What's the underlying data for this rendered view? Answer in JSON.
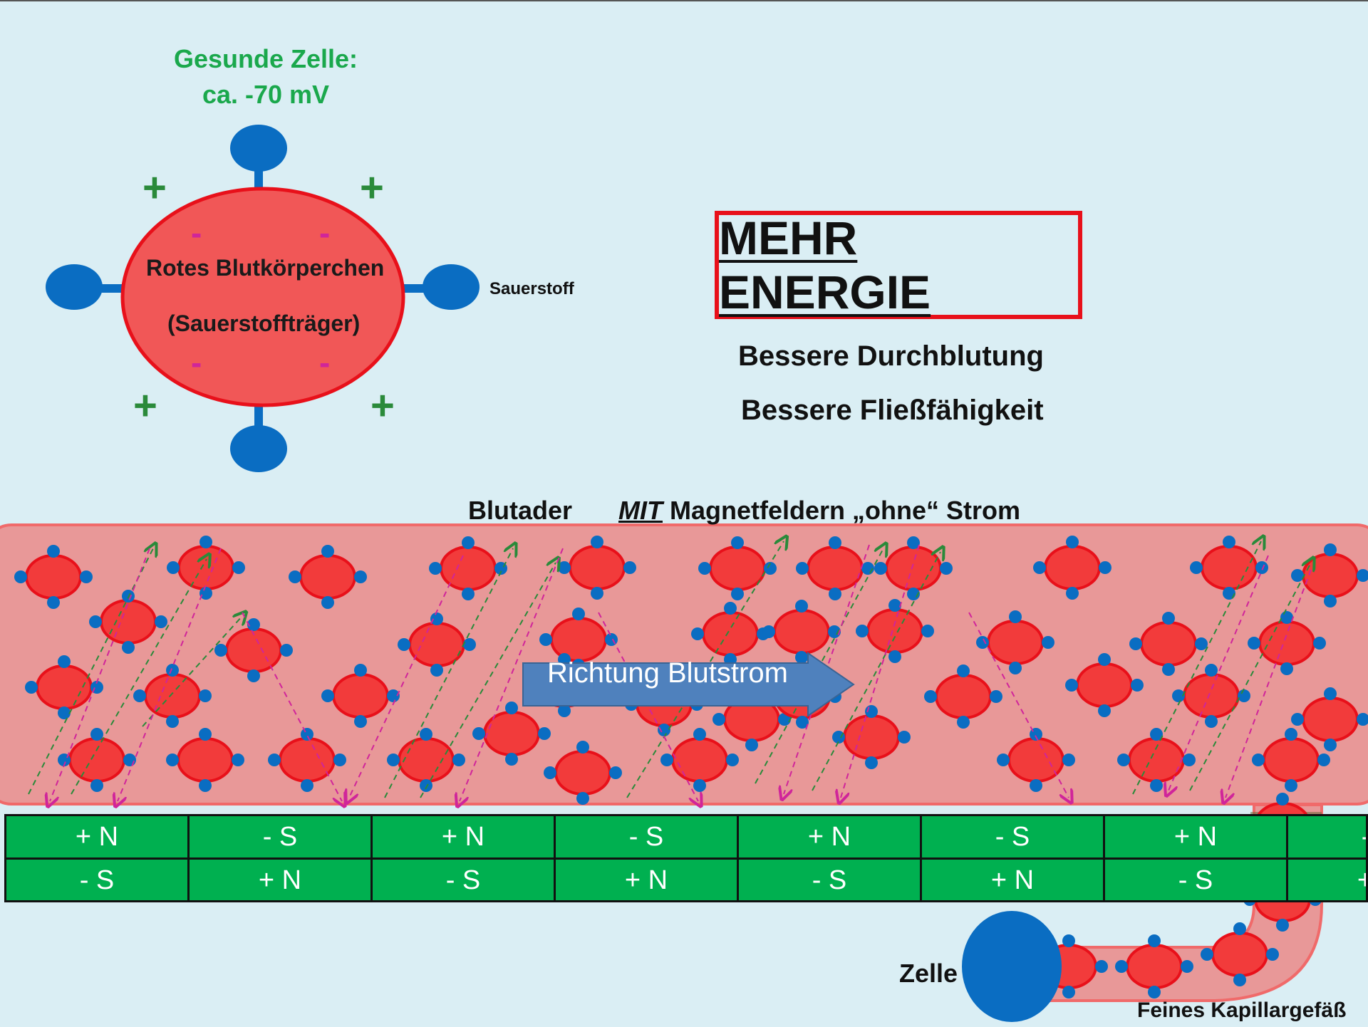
{
  "healthy_cell": {
    "title_line1": "Gesunde Zelle:",
    "title_line2": "ca. -70 mV"
  },
  "blood_cell": {
    "name_line1": "Rotes Blutkörperchen",
    "name_line2": "(Sauerstoffträger)",
    "oxygen_label": "Sauerstoff",
    "plus_sign": "+",
    "minus_sign": "-"
  },
  "headline": {
    "title": "MEHR ENERGIE",
    "benefit1": "Bessere Durchblutung",
    "benefit2": "Bessere Fließfähigkeit"
  },
  "vessel": {
    "label": "Blutader",
    "caption_emph": "MIT",
    "caption_rest": " Magnetfeldern „ohne“ Strom",
    "flow_label": "Richtung Blutstrom"
  },
  "magnets": {
    "row1": [
      "+ N",
      "- S",
      "+ N",
      "- S",
      "+ N",
      "- S",
      "+ N",
      "- S"
    ],
    "row2": [
      "- S",
      "+ N",
      "- S",
      "+ N",
      "- S",
      "+ N",
      "- S",
      "+ N"
    ]
  },
  "capillary": {
    "cell_label": "Zelle",
    "vessel_label": "Feines Kapillargefäß"
  },
  "colors": {
    "background": "#daeef4",
    "cell_red": "#f14848",
    "oxygen_blue": "#0a6dc2",
    "vessel_pink": "#e89898",
    "magnet_green": "#00b050",
    "plus_green": "#2a8a3a",
    "minus_magenta": "#d0259a",
    "title_red": "#e8101a",
    "arrow_blue": "#4f81bd"
  }
}
